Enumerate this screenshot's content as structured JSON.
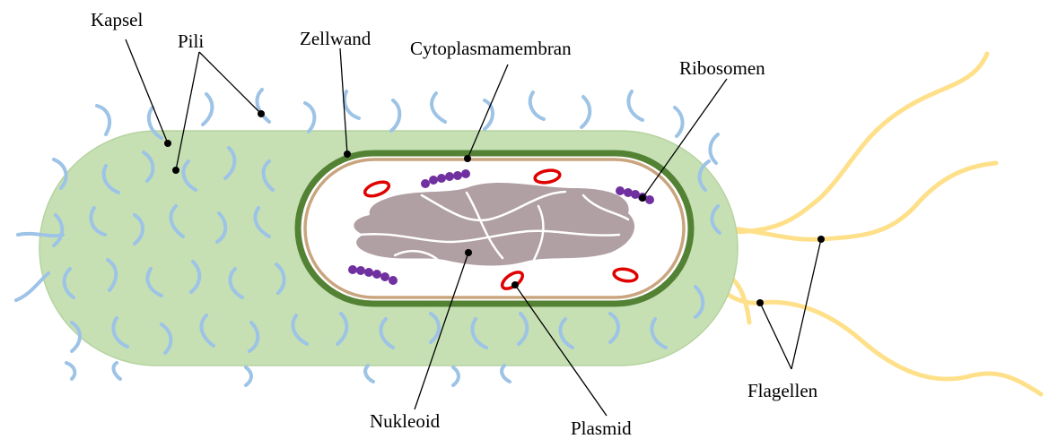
{
  "labels": {
    "kapsel": "Kapsel",
    "pili": "Pili",
    "zellwand": "Zellwand",
    "cytoplasmamembran": "Cytoplasmamembran",
    "ribosomen": "Ribosomen",
    "flagellen": "Flagellen",
    "nukleoid": "Nukleoid",
    "plasmid": "Plasmid"
  },
  "colors": {
    "capsule": "#c6e0b4",
    "capsule_edge": "#b5d3a0",
    "pili": "#9dc3e6",
    "cell_wall": "#548235",
    "membrane": "#c9a57f",
    "cytoplasm": "#ffffff",
    "nucleoid": "#b09fa3",
    "plasmid": "#e00000",
    "ribosome": "#7030a0",
    "flagella": "#ffe08a"
  }
}
